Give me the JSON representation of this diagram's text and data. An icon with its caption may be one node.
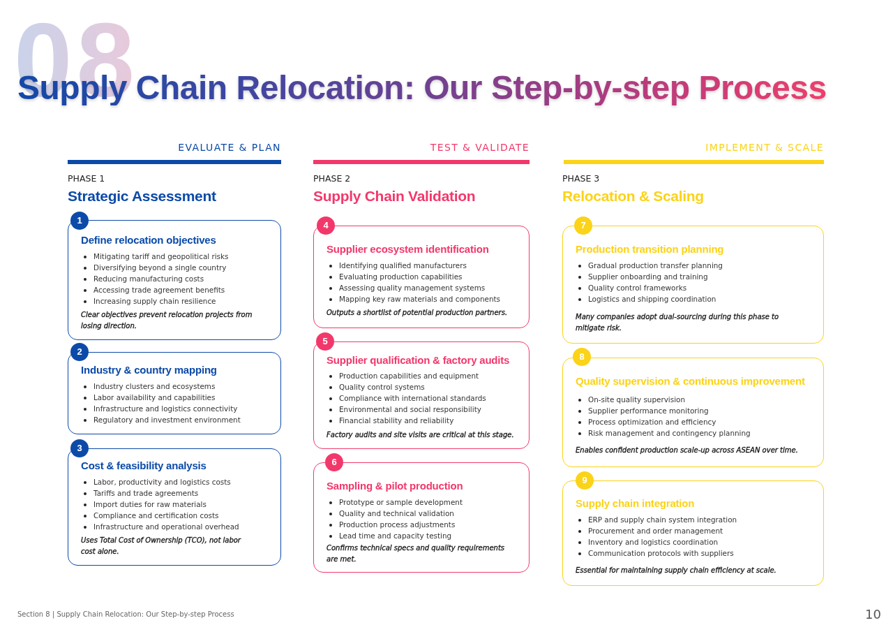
{
  "diagram": {
    "title": "Supply Chain Relocation: Our Step-by-step Process",
    "nodes": [
      {
        "text": [
          "1"
        ]
      },
      {
        "text": [
          "Define relocation objectives",
          "Mitigating tariff and geopolitical risks",
          "Diversifying beyond a single country",
          "Reducing manufacturing costs",
          "Accessing trade agreement benefits",
          "Increasing supply chain resilience",
          "Clear objectives prevent relocation projects from losing direction."
        ]
      },
      {
        "text": [
          "2"
        ]
      },
      {
        "text": [
          "Industry & country mapping",
          "Industry clusters and ecosystems",
          "Labor availability and capabilities",
          "Infrastructure and logistics connectivity",
          "Regulatory and investment environment"
        ]
      },
      {
        "text": [
          "3"
        ]
      },
      {
        "text": [
          "Cost & feasibility analysis",
          "Labor, productivity and logistics costs",
          "Tariffs and trade agreements",
          "Import duties for raw materials",
          "Compliance and certification costs",
          "Infrastructure and operational overhead",
          "Uses Total Cost of Ownership (TCO), not labor cost alone."
        ]
      },
      {
        "text": [
          "4"
        ]
      },
      {
        "text": [
          "Supplier ecosystem identification",
          "Identifying qualified manufacturers",
          "Evaluating production capabilities",
          "Assessing quality management systems",
          "Mapping key raw materials and components",
          "Outputs a shortlist of potential production partners."
        ]
      },
      {
        "text": [
          "5"
        ]
      },
      {
        "text": [
          "Supplier qualification & factory audits",
          "Production capabilities and equipment",
          "Quality control systems",
          "Compliance with international standards",
          "Environmental and social responsibility",
          "Financial stability and reliability",
          "Factory audits and site visits are critical at this stage."
        ]
      },
      {
        "text": [
          "6"
        ]
      },
      {
        "text": [
          "Sampling & pilot production",
          "Prototype or sample development",
          "Quality and technical validation",
          "Production process adjustments",
          "Lead time and capacity testing",
          "Confirms technical specs and quality requirements are met."
        ]
      },
      {
        "text": [
          "7"
        ]
      },
      {
        "text": [
          "Production transition planning",
          "Gradual production transfer planning",
          "Supplier onboarding and training",
          "Quality control frameworks",
          "Logistics and shipping coordination",
          "Many companies adopt dual-sourcing during this phase to mitigate risk."
        ]
      },
      {
        "text": [
          "8"
        ]
      },
      {
        "text": [
          "Quality supervision & continuous improvement",
          "On-site quality supervision",
          "Supplier performance monitoring",
          "Process optimization and efficiency",
          "Risk management and contingency planning",
          "Enables confident production scale-up across ASEAN over time."
        ]
      },
      {
        "text": [
          "9"
        ]
      },
      {
        "text": [
          "Supply chain integration",
          "ERP and supply chain system integration",
          "Procurement and order management",
          "Inventory and logistics coordination",
          "Communication protocols with suppliers",
          "Essential for maintaining supply chain efficiency at scale."
        ]
      }
    ],
    "labels": [
      "08",
      "EVALUATE & PLAN",
      "TEST & VALIDATE",
      "IMPLEMENT & SCALE",
      "PHASE 1",
      "PHASE 2",
      "PHASE 3",
      "Strategic Assessment",
      "Supply Chain Validation",
      "Relocation & Scaling",
      "Section 8 | Supply Chain Relocation: Our Step-by-step Process",
      "10"
    ]
  }
}
